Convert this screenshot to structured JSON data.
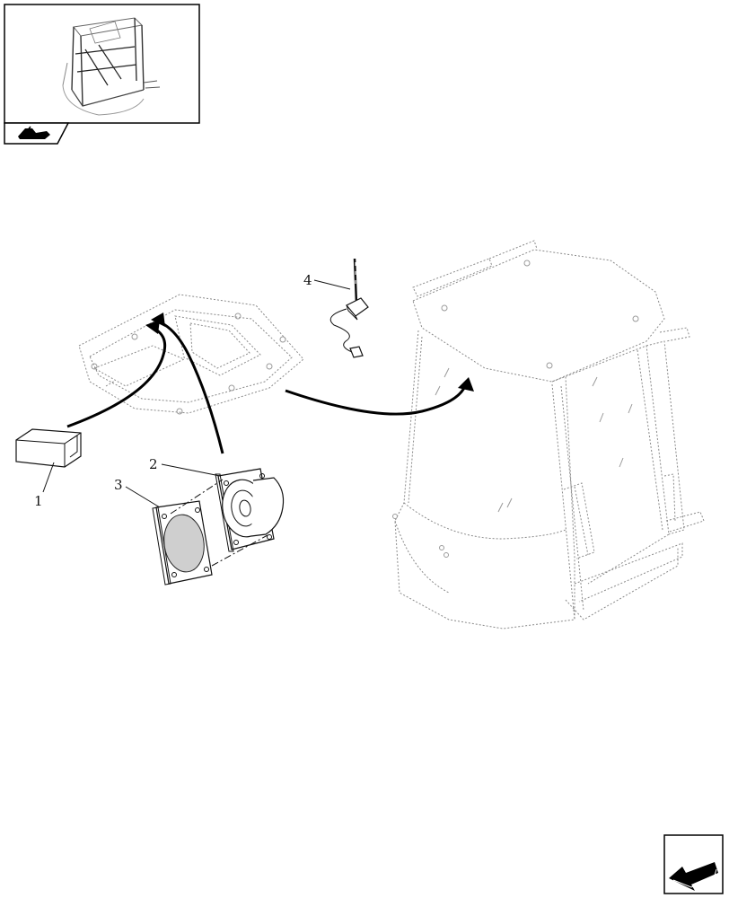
{
  "callouts": [
    {
      "id": "1",
      "label": "1"
    },
    {
      "id": "2",
      "label": "2"
    },
    {
      "id": "3",
      "label": "3"
    },
    {
      "id": "4",
      "label": "4"
    }
  ],
  "icons": {
    "thumbnail": "cab-thumbnail-icon",
    "thumbnail_tab": "machine-silhouette-icon",
    "nav_corner": "return-arrow-icon"
  },
  "parts": [
    "roof-panel",
    "plug-cover",
    "speaker",
    "speaker-grille",
    "antenna",
    "cab"
  ]
}
